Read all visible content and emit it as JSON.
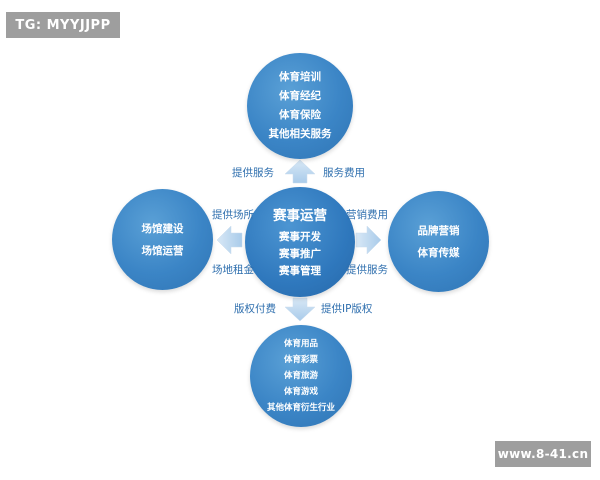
{
  "watermarks": {
    "top_left": "TG: MYYJJPP",
    "bottom_right": "www.8-41.cn"
  },
  "nodes": {
    "top": {
      "lines": [
        "体育培训",
        "体育经纪",
        "体育保险",
        "其他相关服务"
      ]
    },
    "left": {
      "lines": [
        "场馆建设",
        "场馆运营"
      ]
    },
    "right": {
      "lines": [
        "品牌营销",
        "体育传媒"
      ]
    },
    "center": {
      "title": "赛事运营",
      "lines": [
        "赛事开发",
        "赛事推广",
        "赛事管理"
      ]
    },
    "bottom": {
      "lines": [
        "体育用品",
        "体育彩票",
        "体育旅游",
        "体育游戏",
        "其他体育衍生行业"
      ]
    }
  },
  "edges": {
    "top_left_label": "提供服务",
    "top_right_label": "服务费用",
    "left_top_label": "提供场所",
    "left_bottom_label": "场地租金",
    "right_top_label": "营销费用",
    "right_bottom_label": "提供服务",
    "bottom_left_label": "版权付费",
    "bottom_right_label": "提供IP版权"
  },
  "colors": {
    "circle": "#3b85c6",
    "arrow": "#9cc3e6",
    "label": "#2f6fae"
  }
}
